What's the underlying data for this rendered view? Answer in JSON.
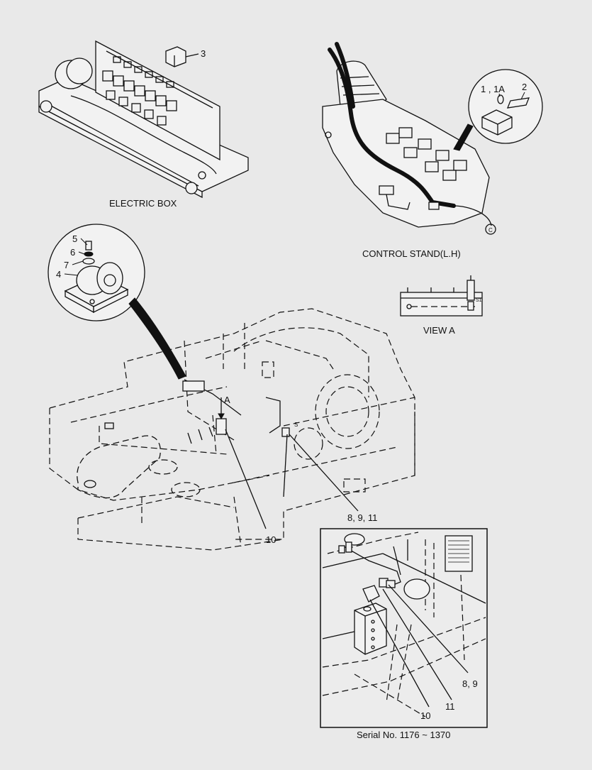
{
  "captions": {
    "electric_box": "ELECTRIC BOX",
    "control_stand": "CONTROL STAND(L.H)",
    "view_a": "VIEW  A",
    "serial": "Serial No. 1176 ~ 1370"
  },
  "callouts": {
    "c3": "3",
    "c1_1a": "1 , 1A",
    "c2": "2",
    "c5": "5",
    "c6": "6",
    "c7": "7",
    "c4": "4",
    "arrow_a": "A",
    "c8_9_11": "8, 9, 11",
    "c10_main": "10",
    "c8_9_inset": "8, 9",
    "c11_inset": "11",
    "c10_inset": "10"
  },
  "small_marks": {
    "circle_c": "C",
    "s1": "S1",
    "s2": "S"
  },
  "colors": {
    "background": "#e9e9e9",
    "line": "#111111"
  }
}
